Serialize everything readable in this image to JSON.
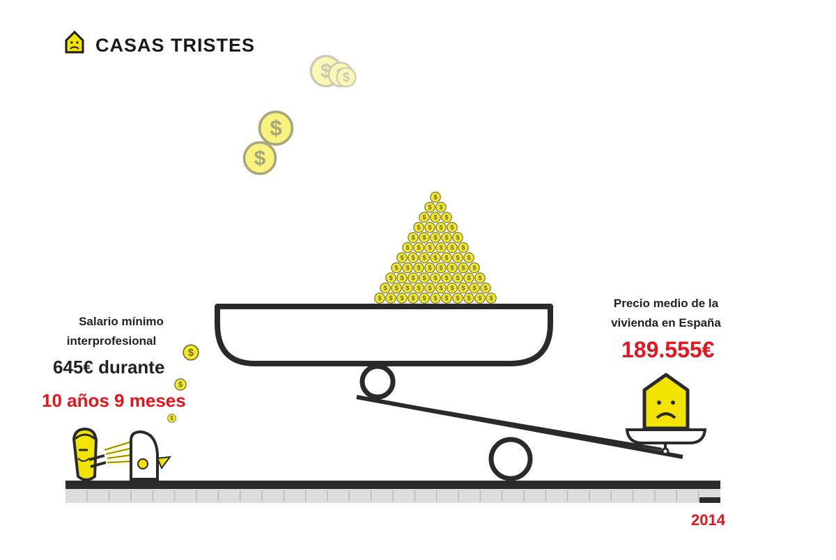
{
  "header": {
    "title": "CASAS TRISTES",
    "logo_icon": "sad-house-icon"
  },
  "salary": {
    "line1": "Salario mínimo",
    "line2": "interprofesional",
    "amount": "645€ durante",
    "duration": "10 años 9 meses"
  },
  "housing": {
    "line1": "Precio medio de la",
    "line2": "vivienda en España",
    "price": "189.555€"
  },
  "timeline": {
    "year": "2014"
  },
  "icons": {
    "coin": "dollar-coin-icon",
    "house": "sad-house-icon",
    "worker": "worker-with-machine-icon"
  },
  "colors": {
    "accent_yellow": "#f2e400",
    "accent_red": "#e8141b",
    "ink": "#2a2a2a"
  }
}
